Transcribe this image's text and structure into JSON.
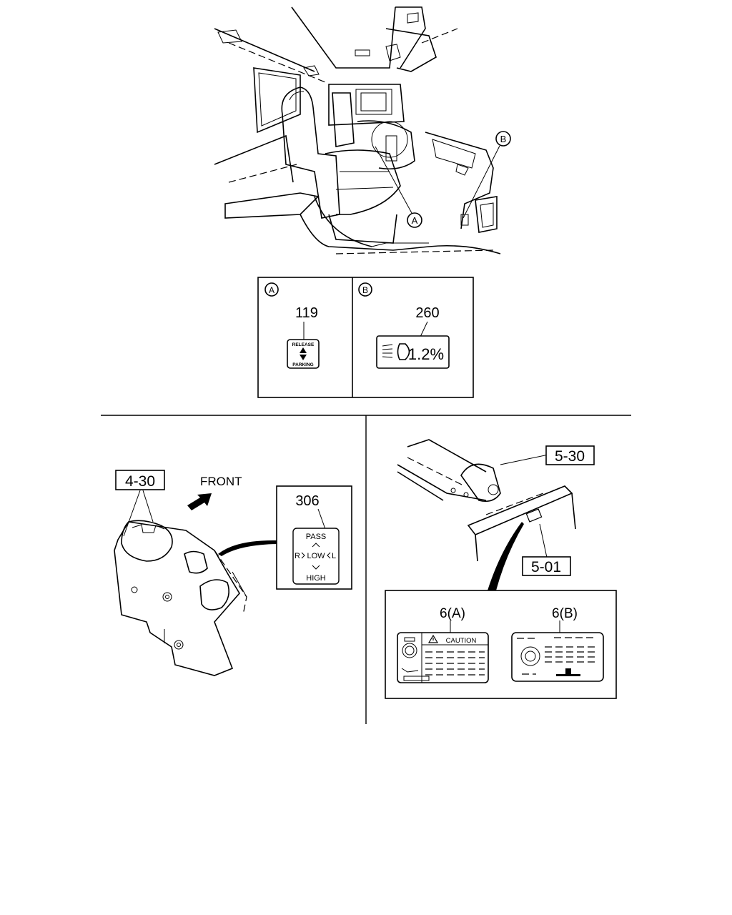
{
  "callouts": {
    "a": "A",
    "b": "B"
  },
  "detail_a": {
    "letter": "A",
    "part_number": "119",
    "label_top": "RELEASE",
    "label_bottom": "PARKING"
  },
  "detail_b": {
    "letter": "B",
    "part_number": "260",
    "label_value": "1.2%"
  },
  "left_view": {
    "ref_code": "4-30",
    "direction": "FRONT",
    "part_number": "306",
    "label_pass": "PASS",
    "label_r": "R",
    "label_low": "LOW",
    "label_l": "L",
    "label_high": "HIGH"
  },
  "right_view": {
    "ref_code_top": "5-30",
    "ref_code_bottom": "5-01",
    "label_a_number": "6(A)",
    "label_b_number": "6(B)",
    "caution_text": "CAUTION"
  },
  "icons": {
    "parking": "up-down-arrow-icon",
    "headlamp": "headlamp-level-icon",
    "warning": "warning-triangle-icon"
  }
}
